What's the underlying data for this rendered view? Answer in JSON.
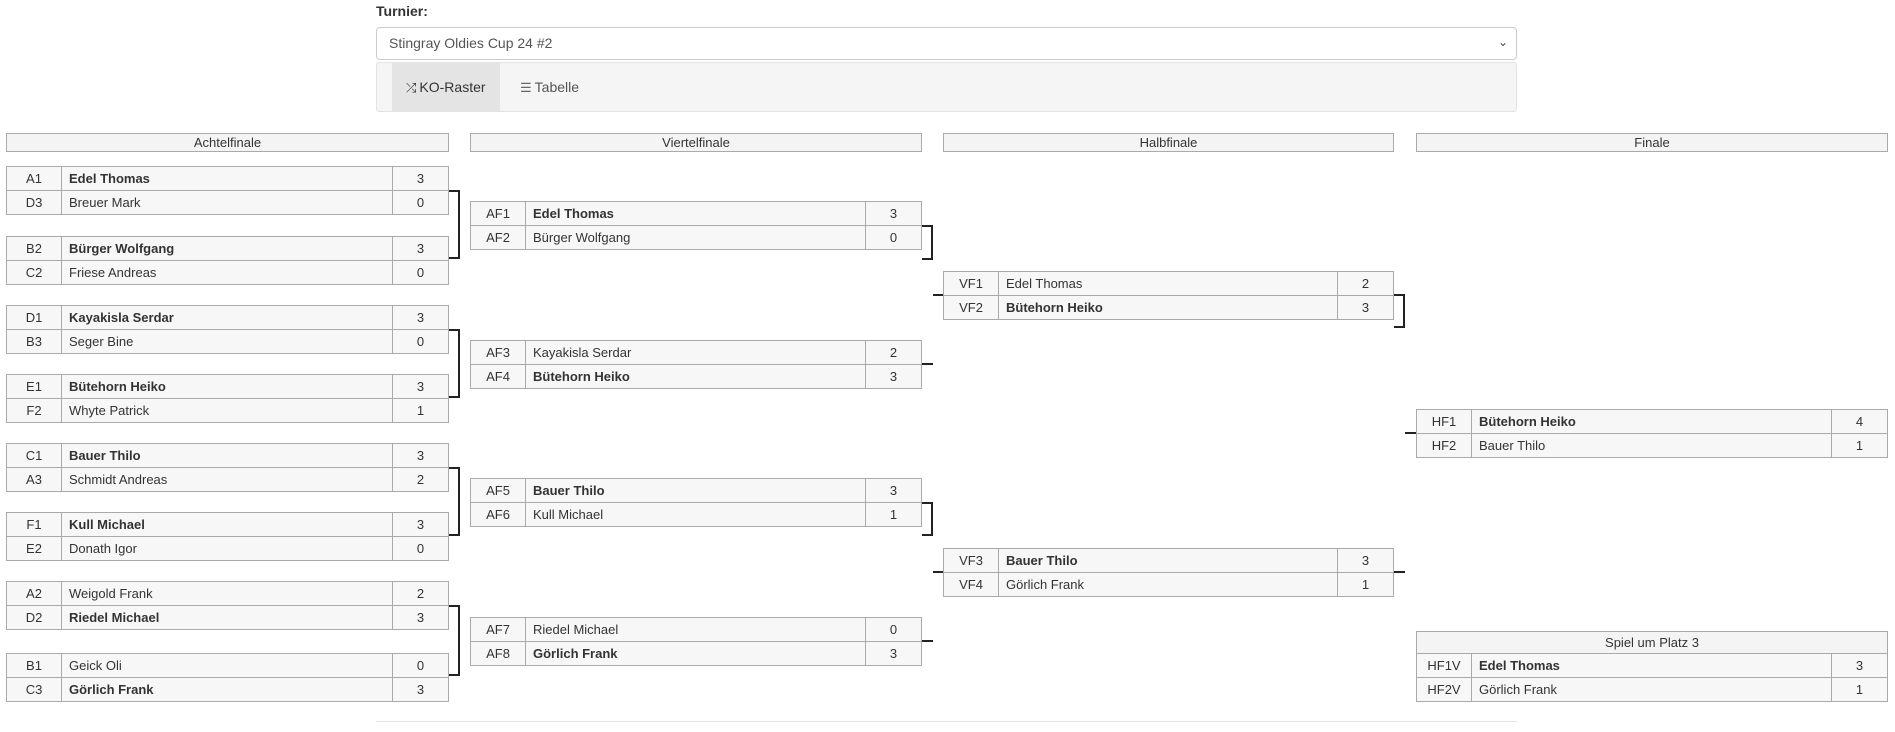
{
  "turnier_label": "Turnier:",
  "select": {
    "value": "Stingray Oldies Cup 24 #2"
  },
  "tabs": [
    {
      "label": "KO-Raster",
      "icon": "shuffle-icon"
    },
    {
      "label": "Tabelle",
      "icon": "list-icon"
    }
  ],
  "rounds": [
    "Achtelfinale",
    "Viertelfinale",
    "Halbfinale",
    "Finale"
  ],
  "third_place_header": "Spiel um Platz 3",
  "achtelfinale": [
    [
      {
        "seed": "A1",
        "name": "Edel Thomas",
        "score": "3",
        "win": true
      },
      {
        "seed": "D3",
        "name": "Breuer Mark",
        "score": "0",
        "win": false
      }
    ],
    [
      {
        "seed": "B2",
        "name": "Bürger Wolfgang",
        "score": "3",
        "win": true
      },
      {
        "seed": "C2",
        "name": "Friese Andreas",
        "score": "0",
        "win": false
      }
    ],
    [
      {
        "seed": "D1",
        "name": "Kayakisla Serdar",
        "score": "3",
        "win": true
      },
      {
        "seed": "B3",
        "name": "Seger Bine",
        "score": "0",
        "win": false
      }
    ],
    [
      {
        "seed": "E1",
        "name": "Bütehorn Heiko",
        "score": "3",
        "win": true
      },
      {
        "seed": "F2",
        "name": "Whyte Patrick",
        "score": "1",
        "win": false
      }
    ],
    [
      {
        "seed": "C1",
        "name": "Bauer Thilo",
        "score": "3",
        "win": true
      },
      {
        "seed": "A3",
        "name": "Schmidt Andreas",
        "score": "2",
        "win": false
      }
    ],
    [
      {
        "seed": "F1",
        "name": "Kull Michael",
        "score": "3",
        "win": true
      },
      {
        "seed": "E2",
        "name": "Donath Igor",
        "score": "0",
        "win": false
      }
    ],
    [
      {
        "seed": "A2",
        "name": "Weigold Frank",
        "score": "2",
        "win": false
      },
      {
        "seed": "D2",
        "name": "Riedel Michael",
        "score": "3",
        "win": true
      }
    ],
    [
      {
        "seed": "B1",
        "name": "Geick Oli",
        "score": "0",
        "win": false
      },
      {
        "seed": "C3",
        "name": "Görlich Frank",
        "score": "3",
        "win": true
      }
    ]
  ],
  "viertelfinale": [
    [
      {
        "seed": "AF1",
        "name": "Edel Thomas",
        "score": "3",
        "win": true
      },
      {
        "seed": "AF2",
        "name": "Bürger Wolfgang",
        "score": "0",
        "win": false
      }
    ],
    [
      {
        "seed": "AF3",
        "name": "Kayakisla Serdar",
        "score": "2",
        "win": false
      },
      {
        "seed": "AF4",
        "name": "Bütehorn Heiko",
        "score": "3",
        "win": true
      }
    ],
    [
      {
        "seed": "AF5",
        "name": "Bauer Thilo",
        "score": "3",
        "win": true
      },
      {
        "seed": "AF6",
        "name": "Kull Michael",
        "score": "1",
        "win": false
      }
    ],
    [
      {
        "seed": "AF7",
        "name": "Riedel Michael",
        "score": "0",
        "win": false
      },
      {
        "seed": "AF8",
        "name": "Görlich Frank",
        "score": "3",
        "win": true
      }
    ]
  ],
  "halbfinale": [
    [
      {
        "seed": "VF1",
        "name": "Edel Thomas",
        "score": "2",
        "win": false
      },
      {
        "seed": "VF2",
        "name": "Bütehorn Heiko",
        "score": "3",
        "win": true
      }
    ],
    [
      {
        "seed": "VF3",
        "name": "Bauer Thilo",
        "score": "3",
        "win": true
      },
      {
        "seed": "VF4",
        "name": "Görlich Frank",
        "score": "1",
        "win": false
      }
    ]
  ],
  "finale": [
    [
      {
        "seed": "HF1",
        "name": "Bütehorn Heiko",
        "score": "4",
        "win": true
      },
      {
        "seed": "HF2",
        "name": "Bauer Thilo",
        "score": "1",
        "win": false
      }
    ]
  ],
  "platz3": [
    [
      {
        "seed": "HF1V",
        "name": "Edel Thomas",
        "score": "3",
        "win": true
      },
      {
        "seed": "HF2V",
        "name": "Görlich Frank",
        "score": "1",
        "win": false
      }
    ]
  ]
}
